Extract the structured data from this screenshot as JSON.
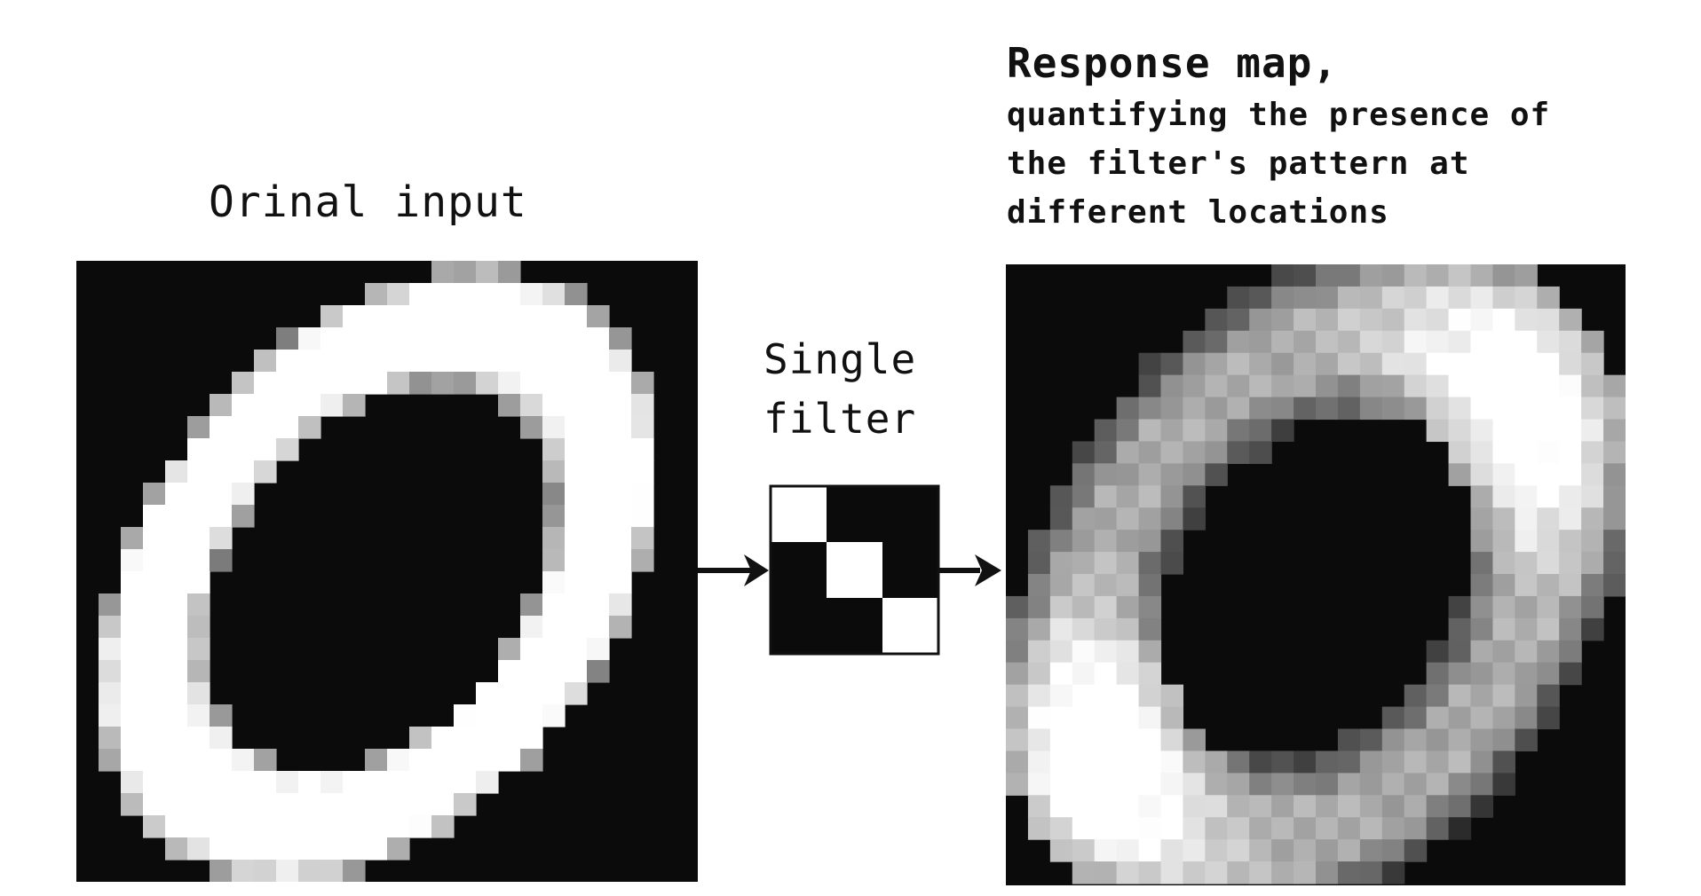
{
  "labels": {
    "input_title": "Orinal input",
    "filter_title": "Single\nfilter",
    "response_title": "Response map,",
    "response_description": "quantifying the presence of\nthe filter's pattern at\ndifferent locations"
  },
  "colors": {
    "panel_background": "#0b0b0b",
    "arrow": "#111111",
    "filter_on": "#ffffff",
    "filter_off": "#0b0b0b"
  },
  "filter_pattern": [
    [
      1,
      0,
      0
    ],
    [
      0,
      1,
      0
    ],
    [
      0,
      0,
      1
    ]
  ]
}
